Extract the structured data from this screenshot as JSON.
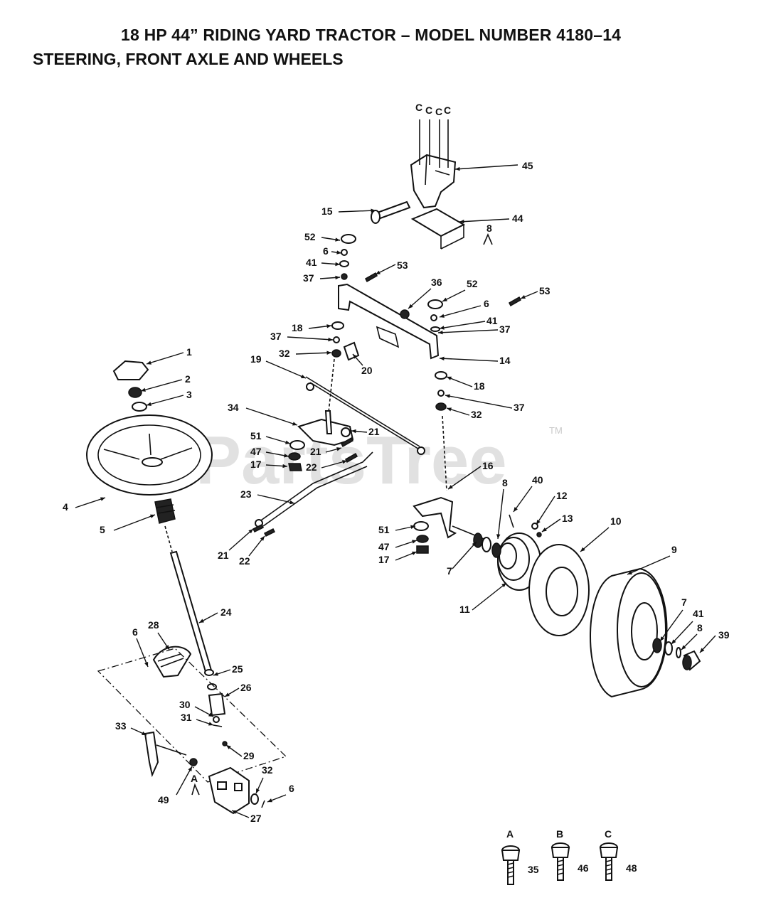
{
  "header": {
    "title": "18 HP 44” RIDING YARD TRACTOR – MODEL NUMBER 4180–14",
    "subtitle": "STEERING, FRONT AXLE AND WHEELS"
  },
  "watermark": {
    "text": "PartsTree",
    "trademark": "TM"
  },
  "callouts": [
    {
      "id": "c-top-1",
      "text": "C"
    },
    {
      "id": "c-top-2",
      "text": "C"
    },
    {
      "id": "c-top-3",
      "text": "C"
    },
    {
      "id": "c-top-4",
      "text": "C"
    },
    {
      "id": "p45",
      "text": "45"
    },
    {
      "id": "p15",
      "text": "15"
    },
    {
      "id": "p44",
      "text": "44"
    },
    {
      "id": "p8-top",
      "text": "8"
    },
    {
      "id": "p52-a",
      "text": "52"
    },
    {
      "id": "p6-a",
      "text": "6"
    },
    {
      "id": "p41-a",
      "text": "41"
    },
    {
      "id": "p37-a",
      "text": "37"
    },
    {
      "id": "p53-a",
      "text": "53"
    },
    {
      "id": "p36",
      "text": "36"
    },
    {
      "id": "p52-b",
      "text": "52"
    },
    {
      "id": "p6-b",
      "text": "6"
    },
    {
      "id": "p41-b",
      "text": "41"
    },
    {
      "id": "p37-b",
      "text": "37"
    },
    {
      "id": "p53-b",
      "text": "53"
    },
    {
      "id": "p18-a",
      "text": "18"
    },
    {
      "id": "p37-c",
      "text": "37"
    },
    {
      "id": "p32-a",
      "text": "32"
    },
    {
      "id": "p20",
      "text": "20"
    },
    {
      "id": "p14",
      "text": "14"
    },
    {
      "id": "p19",
      "text": "19"
    },
    {
      "id": "p18-b",
      "text": "18"
    },
    {
      "id": "p37-d",
      "text": "37"
    },
    {
      "id": "p32-b",
      "text": "32"
    },
    {
      "id": "p1",
      "text": "1"
    },
    {
      "id": "p2",
      "text": "2"
    },
    {
      "id": "p3",
      "text": "3"
    },
    {
      "id": "p34",
      "text": "34"
    },
    {
      "id": "p21-a",
      "text": "21"
    },
    {
      "id": "p51-a",
      "text": "51"
    },
    {
      "id": "p47-a",
      "text": "47"
    },
    {
      "id": "p21-b",
      "text": "21"
    },
    {
      "id": "p17-a",
      "text": "17"
    },
    {
      "id": "p22-a",
      "text": "22"
    },
    {
      "id": "p16",
      "text": "16"
    },
    {
      "id": "p23",
      "text": "23"
    },
    {
      "id": "p40",
      "text": "40"
    },
    {
      "id": "p8-mid",
      "text": "8"
    },
    {
      "id": "p12",
      "text": "12"
    },
    {
      "id": "p13",
      "text": "13"
    },
    {
      "id": "p10",
      "text": "10"
    },
    {
      "id": "p4",
      "text": "4"
    },
    {
      "id": "p5",
      "text": "5"
    },
    {
      "id": "p51-b",
      "text": "51"
    },
    {
      "id": "p21-c",
      "text": "21"
    },
    {
      "id": "p22-b",
      "text": "22"
    },
    {
      "id": "p47-b",
      "text": "47"
    },
    {
      "id": "p17-b",
      "text": "17"
    },
    {
      "id": "p7-a",
      "text": "7"
    },
    {
      "id": "p9",
      "text": "9"
    },
    {
      "id": "p11",
      "text": "11"
    },
    {
      "id": "p24",
      "text": "24"
    },
    {
      "id": "p7-b",
      "text": "7"
    },
    {
      "id": "p41-c",
      "text": "41"
    },
    {
      "id": "p8-right",
      "text": "8"
    },
    {
      "id": "p39",
      "text": "39"
    },
    {
      "id": "p6-c",
      "text": "6"
    },
    {
      "id": "p28",
      "text": "28"
    },
    {
      "id": "p25",
      "text": "25"
    },
    {
      "id": "p26",
      "text": "26"
    },
    {
      "id": "p30",
      "text": "30"
    },
    {
      "id": "p31",
      "text": "31"
    },
    {
      "id": "p33",
      "text": "33"
    },
    {
      "id": "p29",
      "text": "29"
    },
    {
      "id": "p32-c",
      "text": "32"
    },
    {
      "id": "p6-d",
      "text": "6"
    },
    {
      "id": "pA-mid",
      "text": "A"
    },
    {
      "id": "p49",
      "text": "49"
    },
    {
      "id": "p27",
      "text": "27"
    }
  ],
  "legend": [
    {
      "letter": "A",
      "part": "35"
    },
    {
      "letter": "B",
      "part": "46"
    },
    {
      "letter": "C",
      "part": "48"
    }
  ]
}
